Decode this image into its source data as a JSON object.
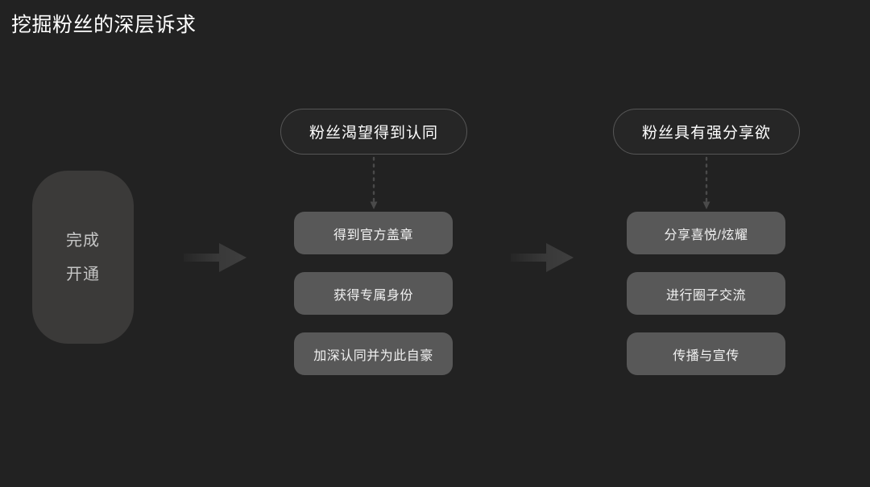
{
  "slide": {
    "title": "挖掘粉丝的深层诉求",
    "background_color": "#222222"
  },
  "source": {
    "name": "source-block",
    "lines": [
      "完成",
      "开通"
    ],
    "fill_color": "#3b3a39",
    "text_color": "#c6c6c6"
  },
  "arrows": [
    {
      "name": "arrow-source-to-column-1",
      "direction": "right"
    },
    {
      "name": "arrow-column-1-to-column-2",
      "direction": "right"
    }
  ],
  "columns": [
    {
      "header": "粉丝渴望得到认同",
      "connector": "dotted-down-arrow",
      "items": [
        "得到官方盖章",
        "获得专属身份",
        "加深认同并为此自豪"
      ]
    },
    {
      "header": "粉丝具有强分享欲",
      "connector": "dotted-down-arrow",
      "items": [
        "分享喜悦/炫耀",
        "进行圈子交流",
        "传播与宣传"
      ]
    }
  ],
  "colors": {
    "background": "#222222",
    "header_pill_fill": "#262626",
    "header_pill_border": "#565656",
    "item_fill": "#585858",
    "item_text": "#f2f2f2",
    "arrow": "#3d3d3d",
    "connector": "#4a4a4a",
    "title_text": "#ffffff"
  }
}
